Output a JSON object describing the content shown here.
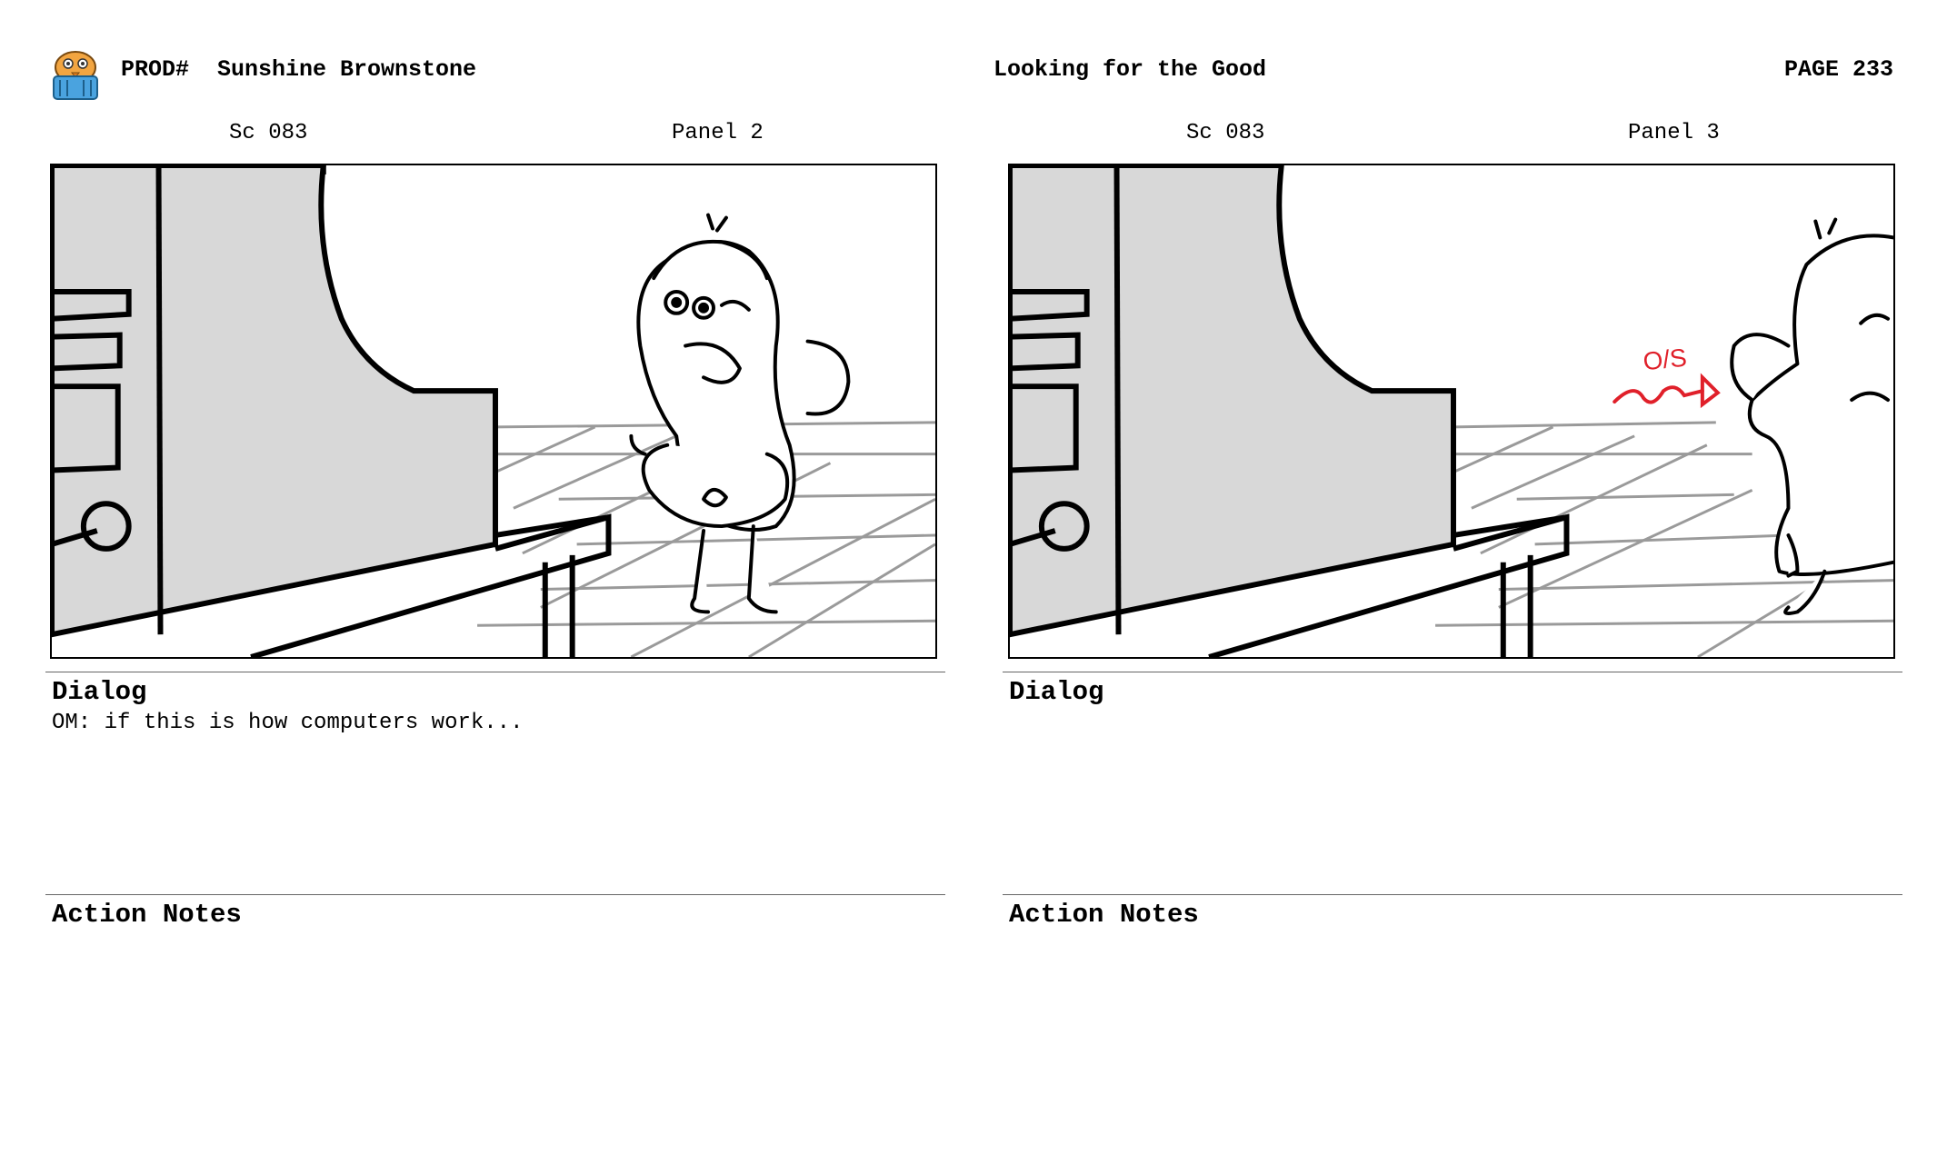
{
  "header": {
    "prod_label": "PROD#",
    "show_title": "Sunshine Brownstone",
    "episode_title": "Looking for the Good",
    "page": "PAGE 233"
  },
  "panels": [
    {
      "scene": "Sc 083",
      "panel": "Panel 2",
      "dialog_heading": "Dialog",
      "dialog": "OM: if this is how computers work...",
      "action_heading": "Action Notes",
      "action": ""
    },
    {
      "scene": "Sc 083",
      "panel": "Panel 3",
      "dialog_heading": "Dialog",
      "dialog": "",
      "action_heading": "Action Notes",
      "action": "",
      "annotation": "O/S"
    }
  ],
  "colors": {
    "annotation": "#e0202a",
    "computer_fill": "#d8d8d8",
    "floor_lines": "#9a9a9a"
  }
}
